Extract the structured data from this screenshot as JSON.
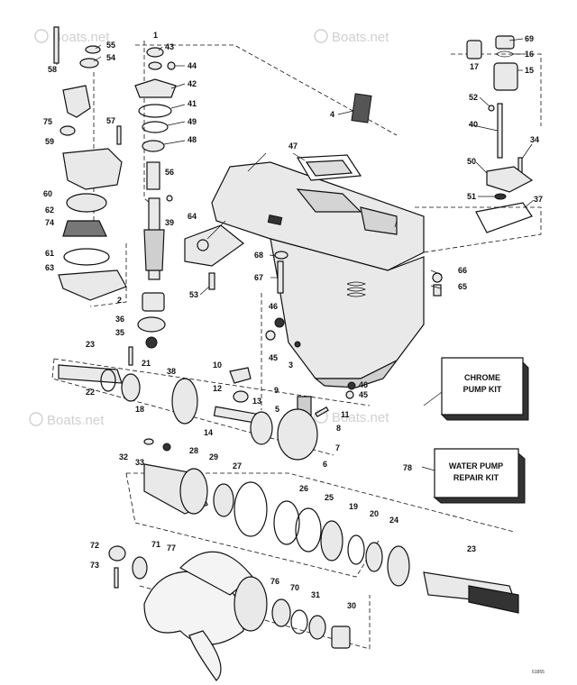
{
  "watermarks": [
    "Boats.net",
    "Boats.net",
    "Boats.net",
    "Boats.net"
  ],
  "kits": [
    {
      "line1": "CHROME",
      "line2": "PUMP KIT"
    },
    {
      "line1": "WATER PUMP",
      "line2": "REPAIR KIT"
    }
  ],
  "drawing_code": "61855",
  "callouts": [
    {
      "id": "58"
    },
    {
      "id": "55"
    },
    {
      "id": "54"
    },
    {
      "id": "1"
    },
    {
      "id": "43"
    },
    {
      "id": "44"
    },
    {
      "id": "42"
    },
    {
      "id": "41"
    },
    {
      "id": "49"
    },
    {
      "id": "48"
    },
    {
      "id": "75"
    },
    {
      "id": "57"
    },
    {
      "id": "59"
    },
    {
      "id": "60"
    },
    {
      "id": "62"
    },
    {
      "id": "74"
    },
    {
      "id": "61"
    },
    {
      "id": "63"
    },
    {
      "id": "56"
    },
    {
      "id": "39"
    },
    {
      "id": "64"
    },
    {
      "id": "2"
    },
    {
      "id": "36"
    },
    {
      "id": "35"
    },
    {
      "id": "23"
    },
    {
      "id": "21"
    },
    {
      "id": "22"
    },
    {
      "id": "18"
    },
    {
      "id": "38"
    },
    {
      "id": "10"
    },
    {
      "id": "12"
    },
    {
      "id": "13"
    },
    {
      "id": "9"
    },
    {
      "id": "11"
    },
    {
      "id": "5"
    },
    {
      "id": "14"
    },
    {
      "id": "8"
    },
    {
      "id": "7"
    },
    {
      "id": "6"
    },
    {
      "id": "32"
    },
    {
      "id": "33"
    },
    {
      "id": "28"
    },
    {
      "id": "29"
    },
    {
      "id": "27"
    },
    {
      "id": "26"
    },
    {
      "id": "25"
    },
    {
      "id": "19"
    },
    {
      "id": "20"
    },
    {
      "id": "24"
    },
    {
      "id": "72"
    },
    {
      "id": "71"
    },
    {
      "id": "73"
    },
    {
      "id": "77"
    },
    {
      "id": "76"
    },
    {
      "id": "70"
    },
    {
      "id": "31"
    },
    {
      "id": "30"
    },
    {
      "id": "23"
    },
    {
      "id": "78"
    },
    {
      "id": "69"
    },
    {
      "id": "16"
    },
    {
      "id": "17"
    },
    {
      "id": "15"
    },
    {
      "id": "52"
    },
    {
      "id": "40"
    },
    {
      "id": "34"
    },
    {
      "id": "50"
    },
    {
      "id": "51"
    },
    {
      "id": "37"
    },
    {
      "id": "4"
    },
    {
      "id": "47"
    },
    {
      "id": "68"
    },
    {
      "id": "67"
    },
    {
      "id": "53"
    },
    {
      "id": "66"
    },
    {
      "id": "65"
    },
    {
      "id": "46"
    },
    {
      "id": "45"
    },
    {
      "id": "3"
    },
    {
      "id": "46"
    },
    {
      "id": "45"
    }
  ]
}
